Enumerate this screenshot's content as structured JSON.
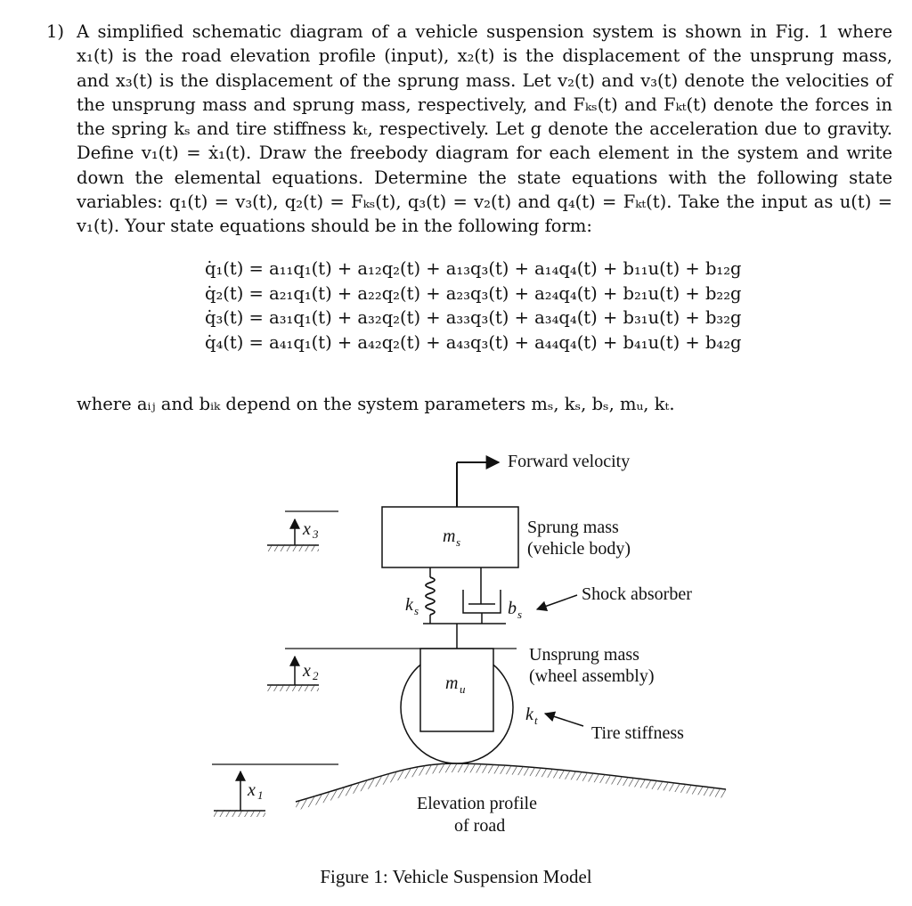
{
  "problem": {
    "number": "1)",
    "paragraph": "A simplified schematic diagram of a vehicle suspension system is shown in Fig. 1 where x₁(t) is the road elevation profile (input), x₂(t) is the displacement of the unsprung mass, and x₃(t) is the displacement of the sprung mass. Let v₂(t) and v₃(t) denote the velocities of the unsprung mass and sprung mass, respectively, and Fₖₛ(t) and Fₖₜ(t) denote the forces in the spring kₛ and tire stiffness kₜ, respectively. Let g denote the acceleration due to gravity. Define v₁(t) = ẋ₁(t). Draw the freebody diagram for each element in the system and write down the elemental equations. Determine the state equations with the following state variables: q₁(t) = v₃(t), q₂(t) = Fₖₛ(t), q₃(t) = v₂(t) and q₄(t) = Fₖₜ(t). Take the input as u(t) = v₁(t). Your state equations should be in the following form:"
  },
  "equations": [
    "q̇₁(t) = a₁₁q₁(t) + a₁₂q₂(t) + a₁₃q₃(t) + a₁₄q₄(t) + b₁₁u(t) + b₁₂g",
    "q̇₂(t) = a₂₁q₁(t) + a₂₂q₂(t) + a₂₃q₃(t) + a₂₄q₄(t) + b₂₁u(t) + b₂₂g",
    "q̇₃(t) = a₃₁q₁(t) + a₃₂q₂(t) + a₃₃q₃(t) + a₃₄q₄(t) + b₃₁u(t) + b₃₂g",
    "q̇₄(t) = a₄₁q₁(t) + a₄₂q₂(t) + a₄₃q₃(t) + a₄₄q₄(t) + b₄₁u(t) + b₄₂g"
  ],
  "where_text": "where aᵢⱼ and bᵢₖ depend on the system parameters mₛ, kₛ, bₛ, mᵤ, kₜ.",
  "figure": {
    "labels": {
      "forward_velocity": "Forward velocity",
      "sprung_mass_1": "Sprung mass",
      "sprung_mass_2": "(vehicle body)",
      "shock_absorber": "Shock absorber",
      "unsprung_mass_1": "Unsprung mass",
      "unsprung_mass_2": "(wheel assembly)",
      "tire_stiffness": "Tire stiffness",
      "elevation_1": "Elevation profile",
      "elevation_2": "of road"
    },
    "symbols": {
      "ms": "m",
      "ms_sub": "s",
      "mu": "m",
      "mu_sub": "u",
      "ks": "k",
      "ks_sub": "s",
      "bs": "b",
      "bs_sub": "s",
      "kt": "k",
      "kt_sub": "t",
      "x3": "x",
      "x3_sub": "3",
      "x2": "x",
      "x2_sub": "2",
      "x1": "x",
      "x1_sub": "1"
    },
    "caption": "Figure 1: Vehicle Suspension Model"
  }
}
